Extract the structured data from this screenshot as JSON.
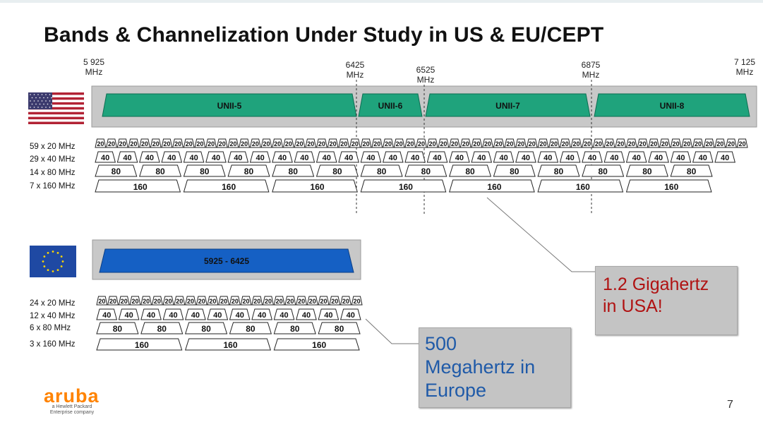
{
  "title": "Bands & Channelization Under Study in US & EU/CEPT",
  "freq_labels": {
    "f5925": [
      "5 925",
      "MHz"
    ],
    "f6425": [
      "6425",
      "MHz"
    ],
    "f6525": [
      "6525",
      "MHz"
    ],
    "f6875": [
      "6875",
      "MHz"
    ],
    "f7125": [
      "7 125",
      "MHz"
    ]
  },
  "us": {
    "bands": [
      "UNII-5",
      "UNII-6",
      "UNII-7",
      "UNII-8"
    ],
    "row_labels": [
      "59 x 20 MHz",
      "29 x 40 MHz",
      "14 x 80 MHz",
      "7 x 160 MHz"
    ],
    "channel_labels": {
      "c20": "20",
      "c40": "40",
      "c80": "80",
      "c160": "160"
    },
    "counts": [
      59,
      29,
      14,
      7
    ]
  },
  "eu": {
    "band": "5925 - 6425",
    "row_labels": [
      "24 x 20 MHz",
      "12 x 40 MHz",
      "6 x 80 MHz",
      "3 x 160 MHz"
    ],
    "counts": [
      24,
      12,
      6,
      3
    ]
  },
  "callouts": {
    "usa_lines": [
      "1.2 Gigahertz",
      "in USA!"
    ],
    "europe_lines": [
      "500",
      "Megahertz in",
      "Europe"
    ]
  },
  "logo": {
    "word": "aruba",
    "sub_lines": [
      "a Hewlett Packard",
      "Enterprise company"
    ]
  },
  "page_number": "7",
  "colors": {
    "band_green": "#1fa37c",
    "band_blue": "#1560c4",
    "panel_gray": "#c8c8c8",
    "callout_red": "#b01212",
    "callout_blue": "#1f5aa8",
    "logo_orange": "#ff8300"
  }
}
